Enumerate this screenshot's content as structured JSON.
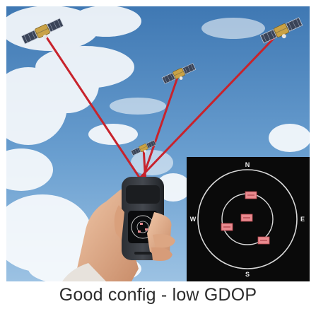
{
  "caption": "Good config - low GDOP",
  "sky_view": {
    "compass": {
      "north": "N",
      "south": "S",
      "east": "E",
      "west": "W"
    },
    "satellite_count": 4
  },
  "scene": {
    "satellite_count": 4,
    "signal_line_color": "#c8232c",
    "marker_color": "#e98a8f",
    "sky_color": "#5e93c6"
  }
}
